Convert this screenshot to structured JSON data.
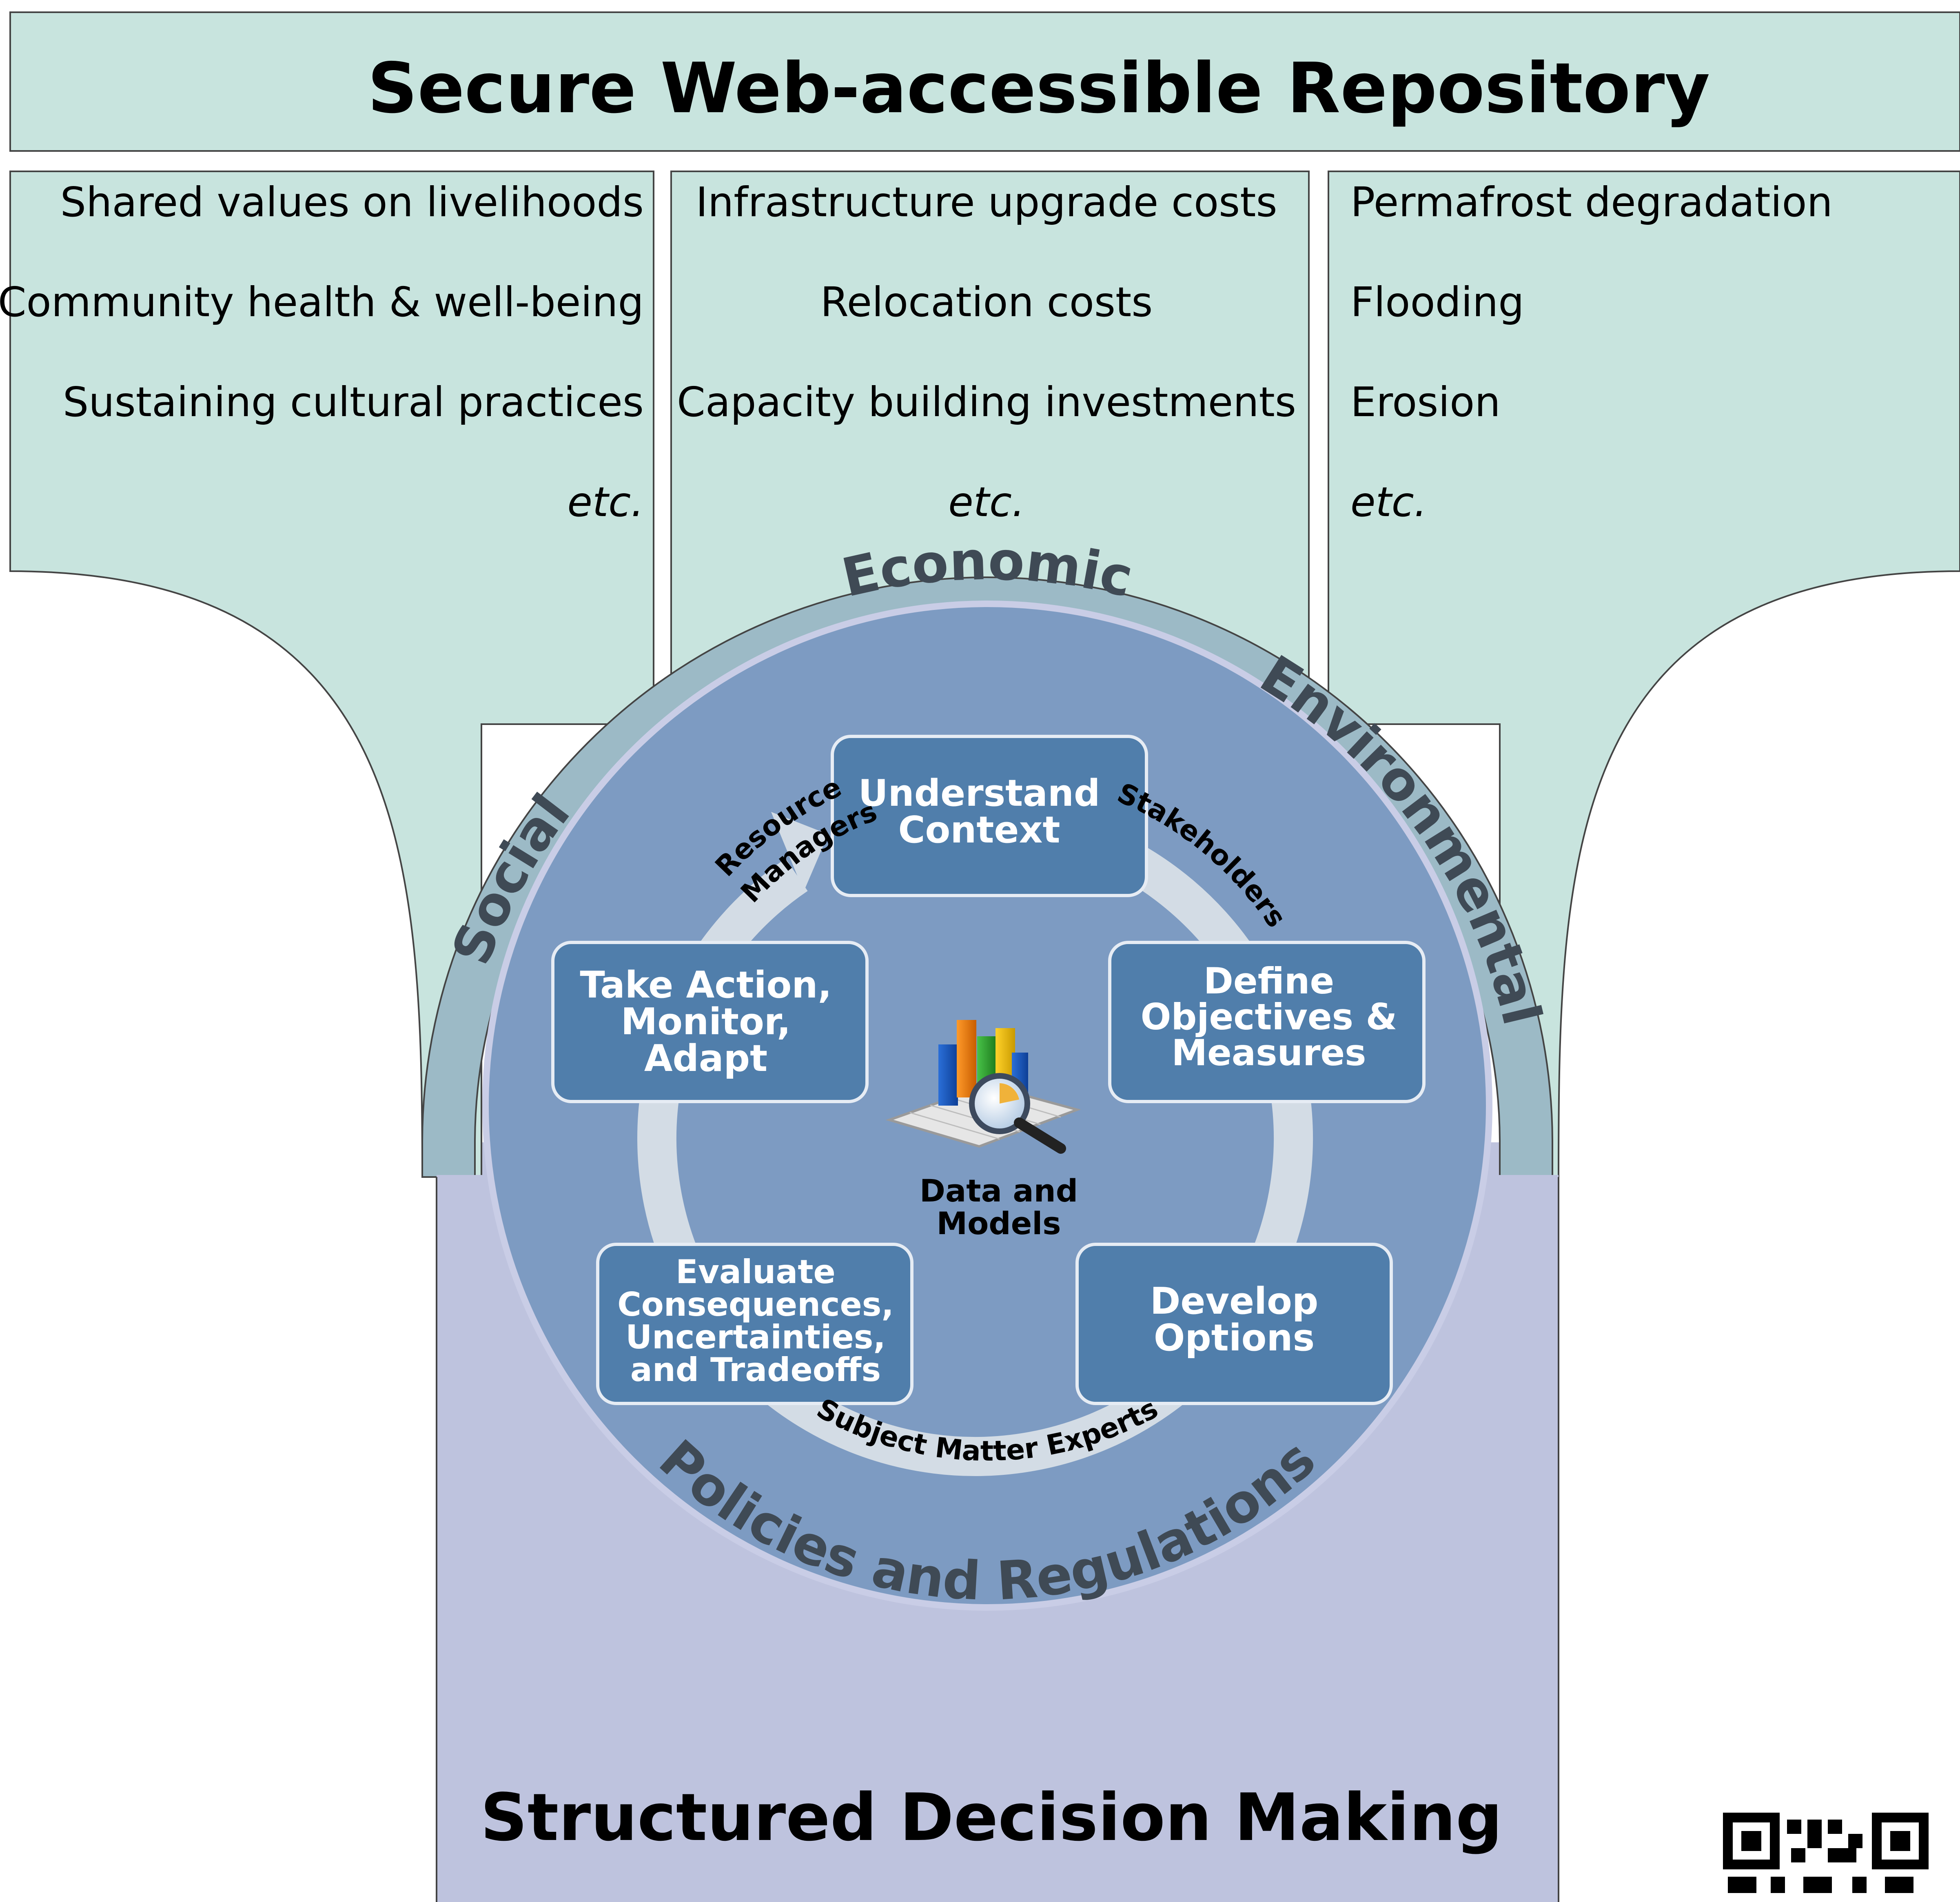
{
  "header": {
    "title": "Secure Web-accessible Repository"
  },
  "columns": {
    "social": {
      "items": [
        "Shared values on livelihoods",
        "Community health & well-being",
        "Sustaining cultural practices"
      ],
      "etc": "etc."
    },
    "economic": {
      "items": [
        "Infrastructure upgrade costs",
        "Relocation costs",
        "Capacity building investments"
      ],
      "etc": "etc."
    },
    "environmental": {
      "items": [
        "Permafrost degradation",
        "Flooding",
        "Erosion"
      ],
      "etc": "etc."
    }
  },
  "ring_labels": {
    "social": "Social",
    "economic": "Economic",
    "environmental": "Environmental",
    "policies": "Policies and Regulations"
  },
  "cycle": {
    "steps": {
      "understand": [
        "Understand",
        "Context"
      ],
      "define": [
        "Define",
        "Objectives &",
        "Measures"
      ],
      "develop": [
        "Develop",
        "Options"
      ],
      "evaluate": [
        "Evaluate",
        "Consequences,",
        "Uncertainties,",
        "and Tradeoffs"
      ],
      "action": [
        "Take Action,",
        "Monitor,",
        "Adapt"
      ]
    },
    "center": [
      "Data and",
      "Models"
    ],
    "participants": {
      "resource_1": "Resource",
      "resource_2": "Managers",
      "stakeholders": "Stakeholders",
      "experts": "Subject Matter Experts"
    }
  },
  "footer": {
    "title": "Structured Decision Making"
  },
  "colors": {
    "repository_fill": "#c8e4de",
    "sdm_fill": "#bec3de",
    "ring_fill": "#9cbac6",
    "disc_fill": "#7d9bc2",
    "box_fill": "#507eab",
    "arrow_fill": "#d3dce5",
    "label_dark": "#3f4a55"
  },
  "icons": {
    "center": "chart-magnifier-icon",
    "corner": "qr-code-icon"
  }
}
